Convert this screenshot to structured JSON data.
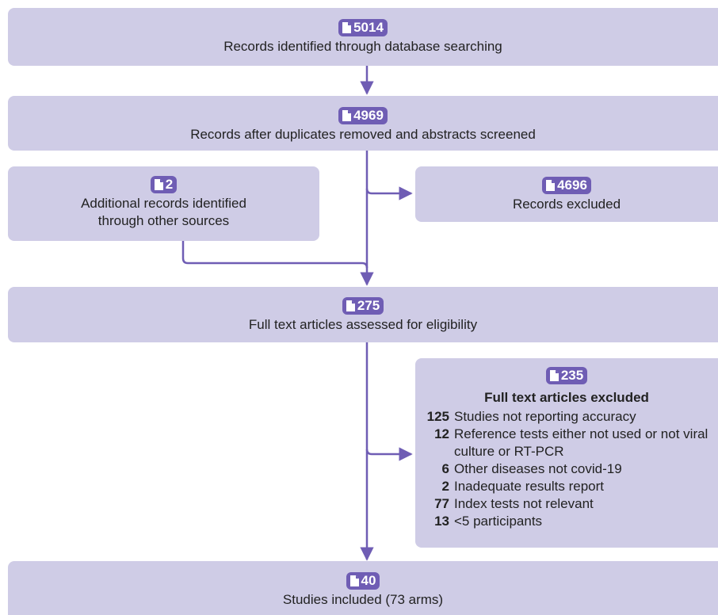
{
  "colors": {
    "box": "#cfcce6",
    "badge": "#6f5db4",
    "connector": "#6f5db4"
  },
  "nodes": {
    "identified": {
      "count": "5014",
      "label": "Records identified through database searching"
    },
    "screened": {
      "count": "4969",
      "label": "Records after duplicates removed and abstracts screened"
    },
    "other_sources": {
      "count": "2",
      "label_line1": "Additional records identified",
      "label_line2": "through other sources"
    },
    "excluded_records": {
      "count": "4696",
      "label": "Records excluded"
    },
    "full_text": {
      "count": "275",
      "label": "Full text articles assessed for eligibility"
    },
    "full_text_excluded": {
      "count": "235",
      "title": "Full text articles excluded",
      "reasons": [
        {
          "n": "125",
          "text": "Studies not reporting accuracy"
        },
        {
          "n": "12",
          "text": "Reference tests either not used or not viral culture or RT-PCR"
        },
        {
          "n": "6",
          "text": "Other diseases not covid-19"
        },
        {
          "n": "2",
          "text": "Inadequate results report"
        },
        {
          "n": "77",
          "text": "Index tests not relevant"
        },
        {
          "n": "13",
          "text": "<5 participants"
        }
      ]
    },
    "included": {
      "count": "40",
      "label": "Studies included (73 arms)"
    }
  },
  "icons": {
    "badge_icon": "document-icon"
  }
}
